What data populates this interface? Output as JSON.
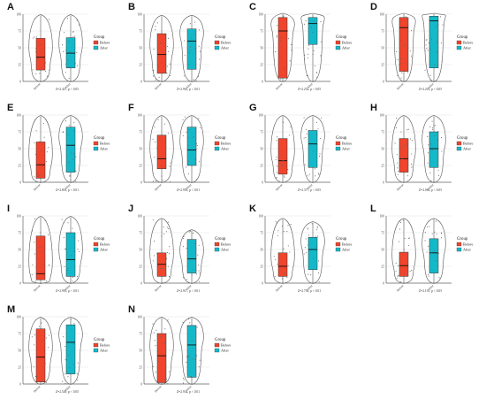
{
  "colors": {
    "before": "#f0442c",
    "after": "#14b9c9",
    "outline": "#555555",
    "grid": "#e6e6e6"
  },
  "legend": {
    "title": "Group",
    "labels": [
      "Before",
      "After"
    ]
  },
  "chart_data": [
    {
      "panel": "A",
      "type": "violin-box",
      "categories": [
        "Before",
        "After"
      ],
      "ylim": [
        0,
        100
      ],
      "ticks": [
        0,
        25,
        50,
        75,
        100
      ],
      "series": [
        {
          "name": "Before",
          "q1": 17,
          "median": 36,
          "q3": 64,
          "min": 0,
          "max": 98
        },
        {
          "name": "After",
          "q1": 20,
          "median": 42,
          "q3": 65,
          "min": 0,
          "max": 98
        }
      ],
      "stat": "Z=2.427,  p < 0.05"
    },
    {
      "panel": "B",
      "type": "violin-box",
      "categories": [
        "Before",
        "After"
      ],
      "ylim": [
        0,
        100
      ],
      "ticks": [
        0,
        25,
        50,
        75,
        100
      ],
      "series": [
        {
          "name": "Before",
          "q1": 12,
          "median": 40,
          "q3": 71,
          "min": 0,
          "max": 97
        },
        {
          "name": "After",
          "q1": 18,
          "median": 60,
          "q3": 78,
          "min": 0,
          "max": 97
        }
      ],
      "stat": "Z=2.961,  p < 0.01"
    },
    {
      "panel": "C",
      "type": "violin-box",
      "categories": [
        "Before",
        "After"
      ],
      "ylim": [
        0,
        100
      ],
      "ticks": [
        0,
        25,
        50,
        75,
        100
      ],
      "series": [
        {
          "name": "Before",
          "q1": 5,
          "median": 75,
          "q3": 95,
          "min": 0,
          "max": 100
        },
        {
          "name": "After",
          "q1": 55,
          "median": 86,
          "q3": 95,
          "min": 0,
          "max": 100
        }
      ],
      "stat": "Z=2.252,  p < 0.05"
    },
    {
      "panel": "D",
      "type": "violin-box",
      "categories": [
        "Before",
        "After"
      ],
      "ylim": [
        0,
        100
      ],
      "ticks": [
        0,
        25,
        50,
        75,
        100
      ],
      "series": [
        {
          "name": "Before",
          "q1": 15,
          "median": 80,
          "q3": 95,
          "min": 0,
          "max": 100
        },
        {
          "name": "After",
          "q1": 20,
          "median": 90,
          "q3": 97,
          "min": 0,
          "max": 100
        }
      ],
      "stat": "Z=2.203,  p < 0.05"
    },
    {
      "panel": "E",
      "type": "violin-box",
      "categories": [
        "Before",
        "After"
      ],
      "ylim": [
        0,
        100
      ],
      "ticks": [
        0,
        25,
        50,
        75,
        100
      ],
      "series": [
        {
          "name": "Before",
          "q1": 6,
          "median": 26,
          "q3": 60,
          "min": 0,
          "max": 98
        },
        {
          "name": "After",
          "q1": 15,
          "median": 55,
          "q3": 82,
          "min": 0,
          "max": 98
        }
      ],
      "stat": "Z=2.801,  p < 0.01"
    },
    {
      "panel": "F",
      "type": "violin-box",
      "categories": [
        "Before",
        "After"
      ],
      "ylim": [
        0,
        100
      ],
      "ticks": [
        0,
        25,
        50,
        75,
        100
      ],
      "series": [
        {
          "name": "Before",
          "q1": 20,
          "median": 35,
          "q3": 70,
          "min": 0,
          "max": 98
        },
        {
          "name": "After",
          "q1": 25,
          "median": 48,
          "q3": 82,
          "min": 0,
          "max": 98
        }
      ],
      "stat": "Z=2.959,  p < 0.01"
    },
    {
      "panel": "G",
      "type": "violin-box",
      "categories": [
        "Before",
        "After"
      ],
      "ylim": [
        0,
        100
      ],
      "ticks": [
        0,
        25,
        50,
        75,
        100
      ],
      "series": [
        {
          "name": "Before",
          "q1": 12,
          "median": 32,
          "q3": 65,
          "min": 0,
          "max": 98
        },
        {
          "name": "After",
          "q1": 22,
          "median": 57,
          "q3": 77,
          "min": 0,
          "max": 98
        }
      ],
      "stat": "Z=2.377,  p < 0.05"
    },
    {
      "panel": "H",
      "type": "violin-box",
      "categories": [
        "Before",
        "After"
      ],
      "ylim": [
        0,
        100
      ],
      "ticks": [
        0,
        25,
        50,
        75,
        100
      ],
      "series": [
        {
          "name": "Before",
          "q1": 15,
          "median": 35,
          "q3": 65,
          "min": 0,
          "max": 98
        },
        {
          "name": "After",
          "q1": 22,
          "median": 50,
          "q3": 75,
          "min": 0,
          "max": 98
        }
      ],
      "stat": "Z=2.086,  p < 0.05"
    },
    {
      "panel": "I",
      "type": "violin-box",
      "categories": [
        "Before",
        "After"
      ],
      "ylim": [
        0,
        100
      ],
      "ticks": [
        0,
        25,
        50,
        75,
        100
      ],
      "series": [
        {
          "name": "Before",
          "q1": 5,
          "median": 14,
          "q3": 70,
          "min": 0,
          "max": 98
        },
        {
          "name": "After",
          "q1": 10,
          "median": 35,
          "q3": 75,
          "min": 0,
          "max": 98
        }
      ],
      "stat": "Z=2.995,  p < 0.01"
    },
    {
      "panel": "J",
      "type": "violin-box",
      "categories": [
        "Before",
        "After"
      ],
      "ylim": [
        0,
        100
      ],
      "ticks": [
        0,
        25,
        50,
        75,
        100
      ],
      "series": [
        {
          "name": "Before",
          "q1": 10,
          "median": 28,
          "q3": 45,
          "min": 0,
          "max": 95
        },
        {
          "name": "After",
          "q1": 15,
          "median": 36,
          "q3": 65,
          "min": 0,
          "max": 78
        }
      ],
      "stat": "Z=2.917,  p < 0.01"
    },
    {
      "panel": "K",
      "type": "violin-box",
      "categories": [
        "Before",
        "After"
      ],
      "ylim": [
        0,
        100
      ],
      "ticks": [
        0,
        25,
        50,
        75,
        100
      ],
      "series": [
        {
          "name": "Before",
          "q1": 10,
          "median": 25,
          "q3": 45,
          "min": 0,
          "max": 95
        },
        {
          "name": "After",
          "q1": 20,
          "median": 50,
          "q3": 68,
          "min": 0,
          "max": 90
        }
      ],
      "stat": "Z=2.756,  p < 0.01"
    },
    {
      "panel": "L",
      "type": "violin-box",
      "categories": [
        "Before",
        "After"
      ],
      "ylim": [
        0,
        100
      ],
      "ticks": [
        0,
        25,
        50,
        75,
        100
      ],
      "series": [
        {
          "name": "Before",
          "q1": 10,
          "median": 26,
          "q3": 46,
          "min": 0,
          "max": 95
        },
        {
          "name": "After",
          "q1": 15,
          "median": 45,
          "q3": 66,
          "min": 0,
          "max": 95
        }
      ],
      "stat": "Z=2.191,  p < 0.05"
    },
    {
      "panel": "M",
      "type": "violin-box",
      "categories": [
        "Before",
        "After"
      ],
      "ylim": [
        0,
        100
      ],
      "ticks": [
        0,
        25,
        50,
        75,
        100
      ],
      "series": [
        {
          "name": "Before",
          "q1": 3,
          "median": 40,
          "q3": 82,
          "min": 0,
          "max": 98
        },
        {
          "name": "After",
          "q1": 15,
          "median": 62,
          "q3": 88,
          "min": 0,
          "max": 98
        }
      ],
      "stat": "Z=2.549,  p < 0.05"
    },
    {
      "panel": "N",
      "type": "violin-box",
      "categories": [
        "Before",
        "After"
      ],
      "ylim": [
        0,
        100
      ],
      "ticks": [
        0,
        25,
        50,
        75,
        100
      ],
      "series": [
        {
          "name": "Before",
          "q1": 2,
          "median": 42,
          "q3": 75,
          "min": 0,
          "max": 98
        },
        {
          "name": "After",
          "q1": 10,
          "median": 58,
          "q3": 87,
          "min": 0,
          "max": 98
        }
      ],
      "stat": "Z=2.934,  p < 0.01"
    }
  ]
}
